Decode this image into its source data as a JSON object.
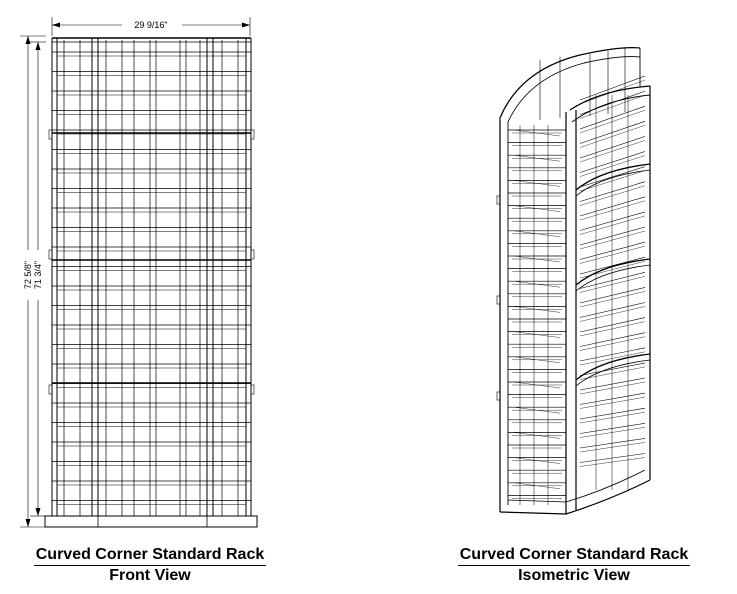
{
  "front": {
    "width_dim": "29 9/16\"",
    "height_outer": "72 5/8\"",
    "height_inner": "71 3/4\"",
    "caption_title": "Curved Corner Standard Rack",
    "caption_view": "Front View"
  },
  "iso": {
    "caption_title": "Curved Corner Standard Rack",
    "caption_view": "Isometric View"
  }
}
